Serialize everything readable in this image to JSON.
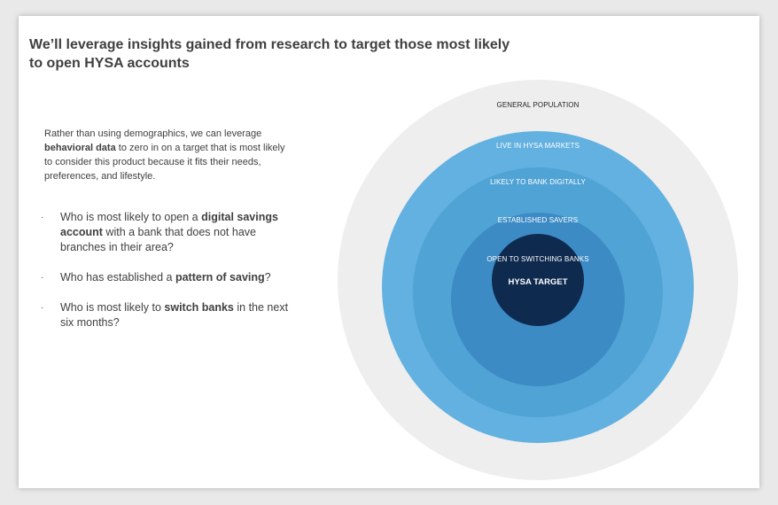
{
  "title": "We’ll leverage insights gained from research to target those most likely to open HYSA accounts",
  "intro": {
    "part1": "Rather than using demographics, we can leverage ",
    "bold": "behavioral data",
    "part2": " to zero in on a target that is most likely to consider this product because it fits their needs, preferences, and lifestyle."
  },
  "bullet_glyph": "·",
  "questions": [
    {
      "pre": "Who is most likely to open a ",
      "bold": "digital savings account",
      "post": " with a bank that does not have branches in their area?"
    },
    {
      "pre": "Who has established a ",
      "bold": "pattern of saving",
      "post": "?"
    },
    {
      "pre": "Who is most likely to ",
      "bold": "switch banks",
      "post": " in the next six months?"
    }
  ],
  "rings": [
    {
      "label": "GENERAL POPULATION",
      "color": "#eeeeee",
      "text_color": "#222222"
    },
    {
      "label": "LIVE IN HYSA MARKETS",
      "color": "#62b1e0",
      "text_color": "#ffffff"
    },
    {
      "label": "LIKELY TO  BANK DIGITALLY",
      "color": "#50a3d5",
      "text_color": "#ffffff"
    },
    {
      "label": "ESTABLISHED SAVERS",
      "color": "#3d8bc5",
      "text_color": "#ffffff"
    },
    {
      "label": "OPEN TO SWITCHING BANKS",
      "color": "",
      "text_color": "#ffffff"
    }
  ],
  "target": {
    "label": "HYSA TARGET",
    "color": "#0f2a4f",
    "text_color": "#ffffff"
  }
}
